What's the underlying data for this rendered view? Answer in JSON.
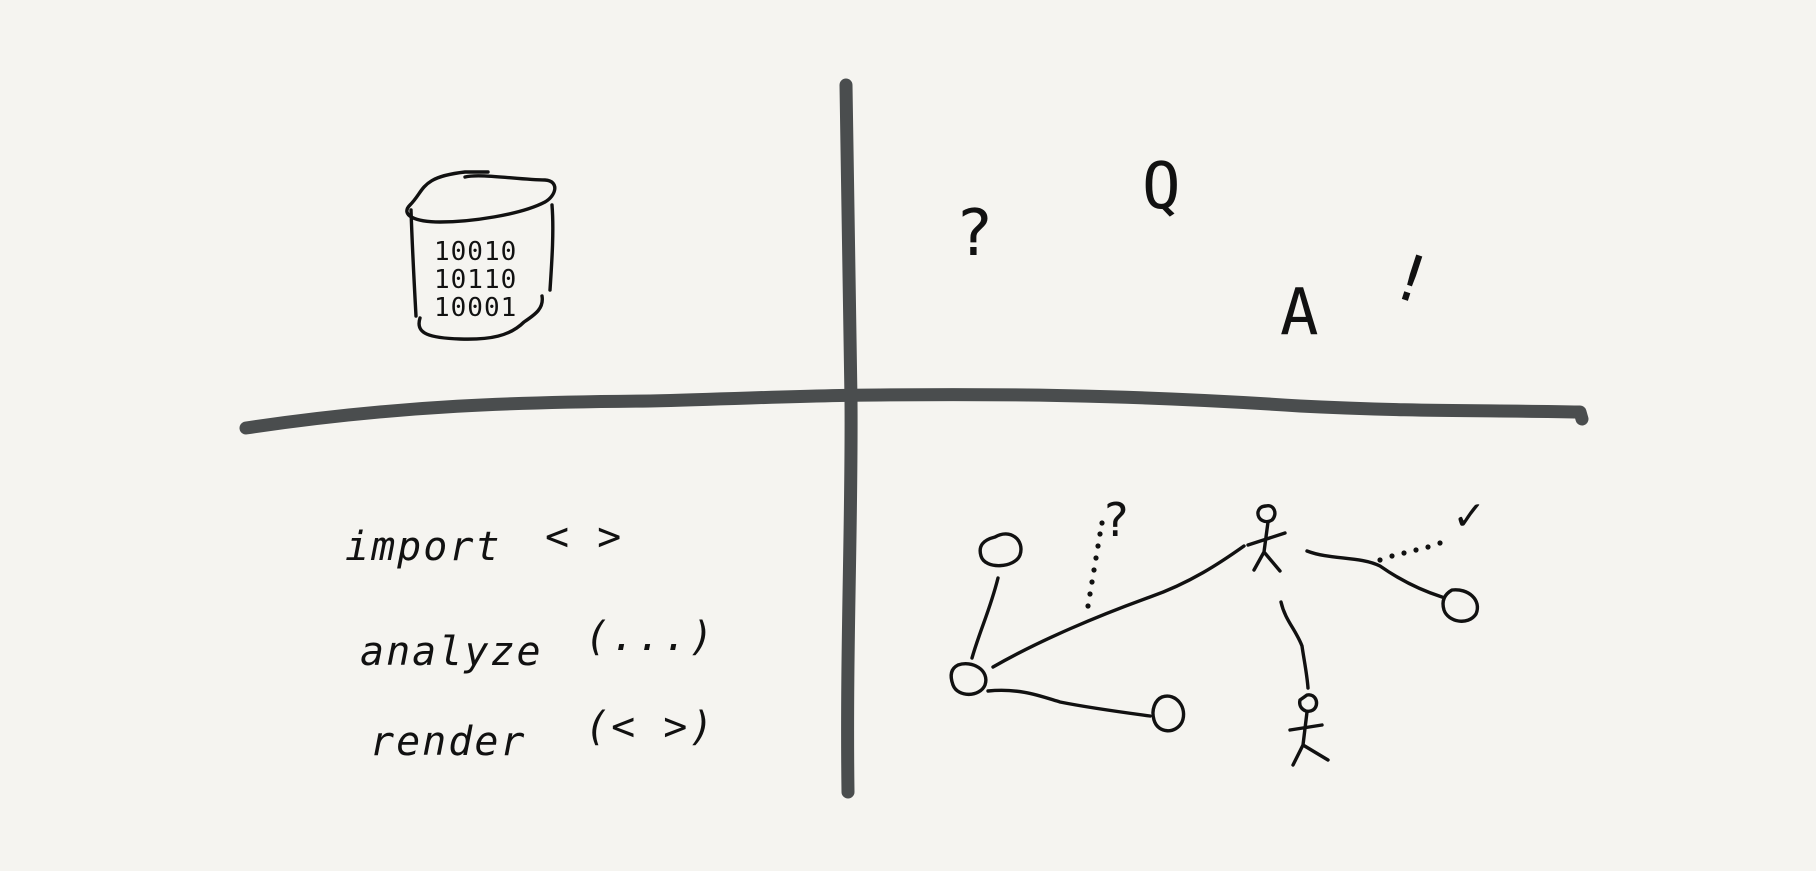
{
  "database": {
    "bit_rows": [
      "10010",
      "10110",
      "10001"
    ]
  },
  "qa": {
    "question_mark": "?",
    "letter_q": "Q",
    "letter_a": "A",
    "exclamation": "!"
  },
  "code": {
    "lines": [
      {
        "keyword": "import",
        "args": "<  >"
      },
      {
        "keyword": "analyze",
        "args": "(...)"
      },
      {
        "keyword": "render",
        "args": "(<  >)"
      }
    ]
  },
  "network": {
    "question_mark": "?",
    "check_mark": "✓"
  },
  "colors": {
    "background": "#f5f4f0",
    "axis": "#4a4d4e",
    "ink": "#111111"
  }
}
